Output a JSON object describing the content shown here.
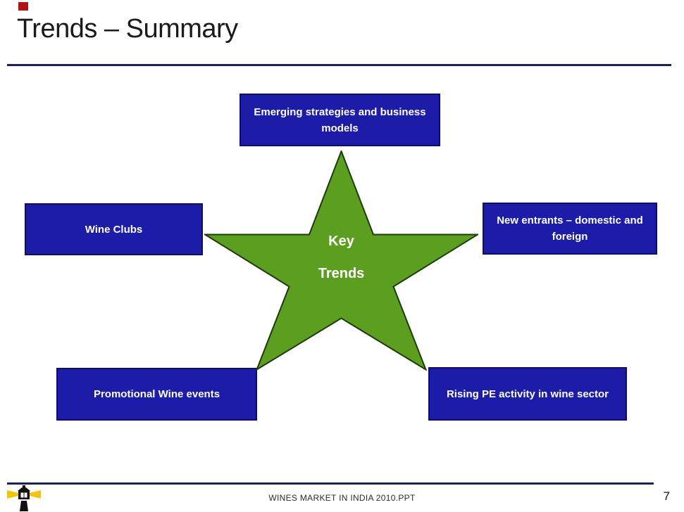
{
  "slide": {
    "title": "Trends – Summary",
    "center": {
      "line1": "Key",
      "line2": "Trends"
    },
    "boxes": [
      {
        "position": "top",
        "label": "Emerging strategies and business models"
      },
      {
        "position": "left",
        "label": "Wine Clubs"
      },
      {
        "position": "right",
        "label": "New entrants – domestic and foreign"
      },
      {
        "position": "bottom-left",
        "label": "Promotional Wine events"
      },
      {
        "position": "bottom-right",
        "label": "Rising PE activity in wine sector"
      }
    ],
    "footer": {
      "text": "WINES MARKET IN INDIA 2010.PPT",
      "page_number": "7"
    },
    "colors": {
      "box_blue": "#1c1ca8",
      "box_border": "#0e0e62",
      "star_green": "#5c9e20",
      "star_border": "#1f3a0a",
      "rule_navy": "#1b2155",
      "accent_red": "#b01513",
      "beam_yellow": "#f2c40f"
    }
  }
}
